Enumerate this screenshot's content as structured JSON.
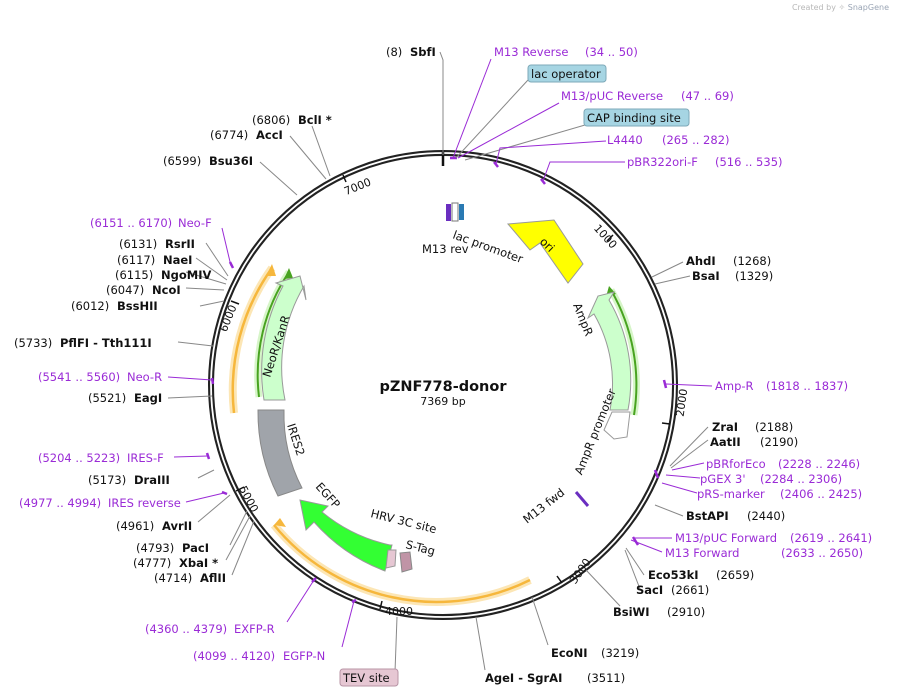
{
  "credit": {
    "prefix": "Created by",
    "brand": "SnapGene"
  },
  "plasmid": {
    "name": "pZNF778-donor",
    "length": "7369 bp"
  },
  "ticks": [
    "1000",
    "2000",
    "3000",
    "4000",
    "5000",
    "6000",
    "7000"
  ],
  "sites": [
    {
      "pos": "(8)",
      "name": "SbfI"
    },
    {
      "pos": "(6806)",
      "name": "BclI *"
    },
    {
      "pos": "(6774)",
      "name": "AccI"
    },
    {
      "pos": "(6599)",
      "name": "Bsu36I"
    },
    {
      "pos": "(6131)",
      "name": "RsrII"
    },
    {
      "pos": "(6117)",
      "name": "NaeI"
    },
    {
      "pos": "(6115)",
      "name": "NgoMIV"
    },
    {
      "pos": "(6047)",
      "name": "NcoI"
    },
    {
      "pos": "(6012)",
      "name": "BssHII"
    },
    {
      "pos": "(5733)",
      "name": "PflFI  -  Tth111I"
    },
    {
      "pos": "(5521)",
      "name": "EagI"
    },
    {
      "pos": "(5173)",
      "name": "DraIII"
    },
    {
      "pos": "(4961)",
      "name": "AvrII"
    },
    {
      "pos": "(4793)",
      "name": "PacI"
    },
    {
      "pos": "(4777)",
      "name": "XbaI *"
    },
    {
      "pos": "(4714)",
      "name": "AflII"
    },
    {
      "pos": "(1268)",
      "name": "AhdI"
    },
    {
      "pos": "(1329)",
      "name": "BsaI"
    },
    {
      "pos": "(2188)",
      "name": "ZraI"
    },
    {
      "pos": "(2190)",
      "name": "AatII"
    },
    {
      "pos": "(2440)",
      "name": "BstAPI"
    },
    {
      "pos": "(2659)",
      "name": "Eco53kI"
    },
    {
      "pos": "(2661)",
      "name": "SacI"
    },
    {
      "pos": "(2910)",
      "name": "BsiWI"
    },
    {
      "pos": "(3219)",
      "name": "EcoNI"
    },
    {
      "pos": "(3511)",
      "name": "AgeI  -  SgrAI"
    }
  ],
  "primers": [
    {
      "name": "M13 Reverse",
      "range": "(34 .. 50)"
    },
    {
      "name": "M13/pUC Reverse",
      "range": "(47 .. 69)"
    },
    {
      "name": "L4440",
      "range": "(265 .. 282)"
    },
    {
      "name": "pBR322ori-F",
      "range": "(516 .. 535)"
    },
    {
      "name": "Amp-R",
      "range": "(1818 .. 1837)"
    },
    {
      "name": "pBRforEco",
      "range": "(2228 .. 2246)"
    },
    {
      "name": "pGEX 3'",
      "range": "(2284 .. 2306)"
    },
    {
      "name": "pRS-marker",
      "range": "(2406 .. 2425)"
    },
    {
      "name": "M13/pUC Forward",
      "range": "(2619 .. 2641)"
    },
    {
      "name": "M13 Forward",
      "range": "(2633 .. 2650)"
    },
    {
      "name": "Neo-F",
      "range": "(6151 .. 6170)"
    },
    {
      "name": "Neo-R",
      "range": "(5541 .. 5560)"
    },
    {
      "name": "IRES-F",
      "range": "(5204 .. 5223)"
    },
    {
      "name": "IRES reverse",
      "range": "(4977 .. 4994)"
    },
    {
      "name": "EXFP-R",
      "range": "(4360 .. 4379)"
    },
    {
      "name": "EGFP-N",
      "range": "(4099 .. 4120)"
    }
  ],
  "boxed": [
    "lac operator",
    "CAP binding site",
    "TEV site"
  ],
  "features": [
    "ori",
    "AmpR",
    "AmpR promoter",
    "lac promoter",
    "M13 rev",
    "M13 fwd",
    "NeoR/KanR",
    "IRES2",
    "EGFP",
    "HRV 3C site",
    "S-Tag"
  ],
  "colors": {
    "primer": "#9a2bd6",
    "ori": "#ffff00",
    "ampr": "#ccffcc",
    "neo": "#ccffcc",
    "ires": "#a0a4aa",
    "egfp": "#33ff33",
    "orf": "#f6b73c",
    "green_orf": "#48a320",
    "box": "#a6d5e3",
    "tev_box": "#e6c7d3",
    "lac": "#2a7ab3"
  }
}
